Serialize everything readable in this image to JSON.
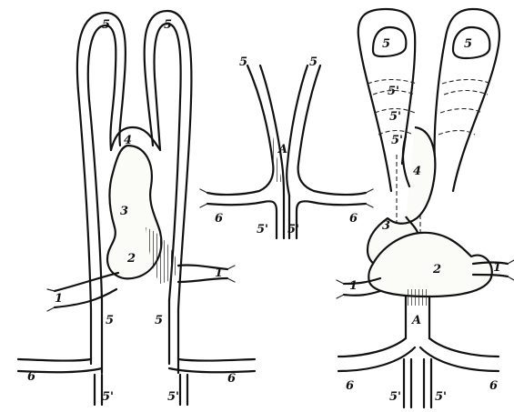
{
  "figure": {
    "left": {
      "labels": [
        "5",
        "5",
        "4",
        "3",
        "2",
        "1",
        "1",
        "5",
        "5",
        "6",
        "6",
        "5'",
        "5'"
      ]
    },
    "middle": {
      "labels": [
        "5",
        "5",
        "A",
        "6",
        "6",
        "5'",
        "5'"
      ]
    },
    "right": {
      "labels": [
        "5",
        "5",
        "5'",
        "5'",
        "5'",
        "4",
        "3",
        "2",
        "1",
        "1",
        "A",
        "6",
        "6",
        "5'",
        "5'"
      ]
    }
  }
}
